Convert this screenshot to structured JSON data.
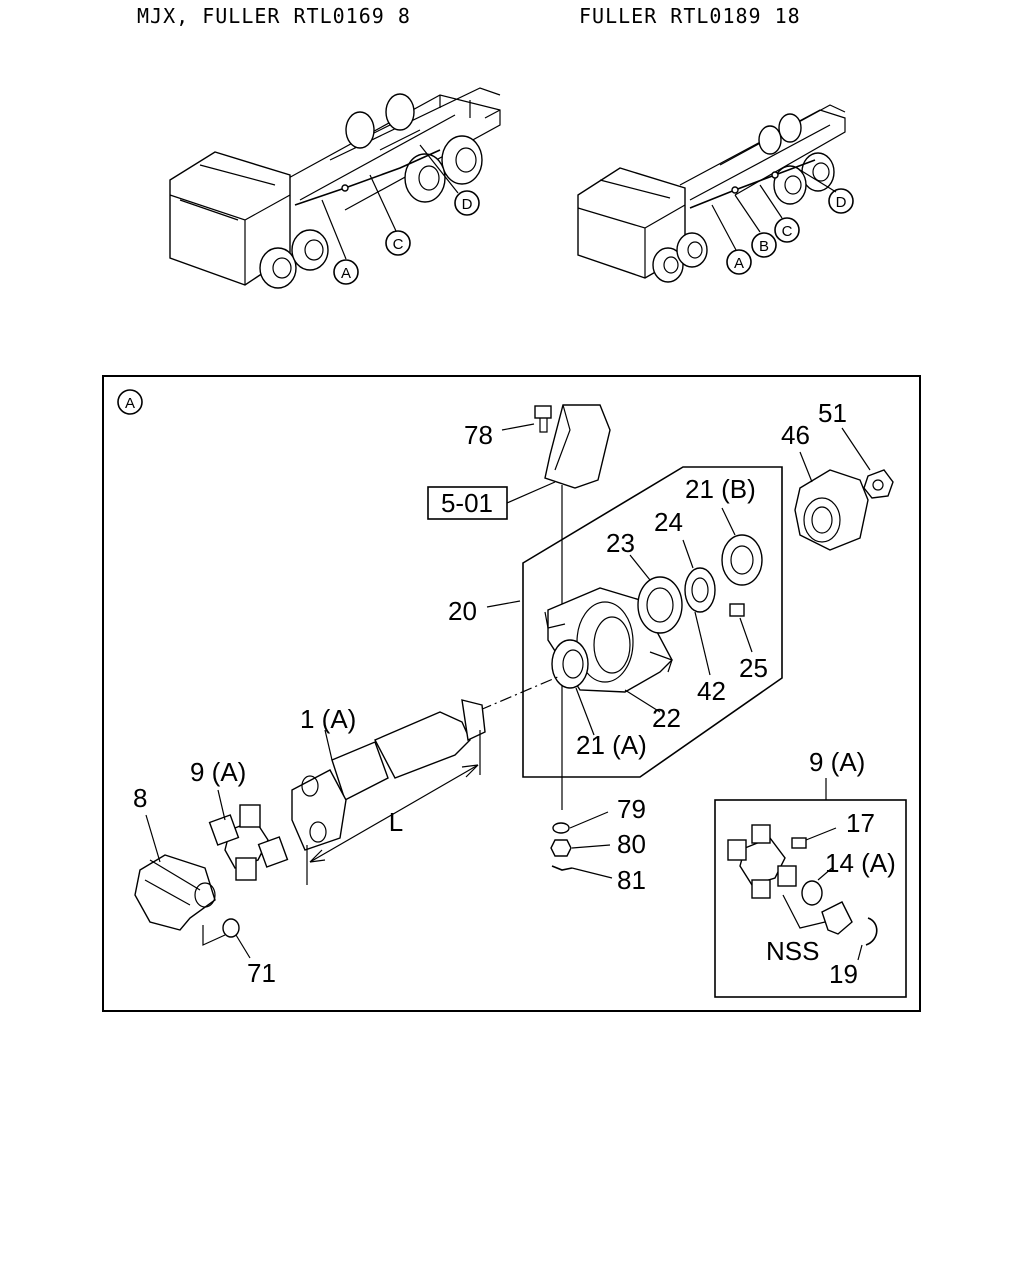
{
  "header": {
    "left_title": "MJX, FULLER RTL0169 8",
    "right_title": "FULLER RTL0189 18"
  },
  "truck_views": {
    "left_markers": [
      "A",
      "C",
      "D"
    ],
    "right_markers": [
      "A",
      "B",
      "C",
      "D"
    ]
  },
  "detail_a": {
    "section_marker": "A",
    "reference_box": "5-01",
    "dimension_label": "L",
    "callouts": [
      "78",
      "51",
      "46",
      "21 (B)",
      "24",
      "23",
      "20",
      "25",
      "42",
      "22",
      "21 (A)",
      "1 (A)",
      "9 (A)",
      "8",
      "79",
      "80",
      "81",
      "71"
    ]
  },
  "inset": {
    "title": "9 (A)",
    "callouts": [
      "17",
      "14 (A)",
      "NSS",
      "19"
    ]
  }
}
